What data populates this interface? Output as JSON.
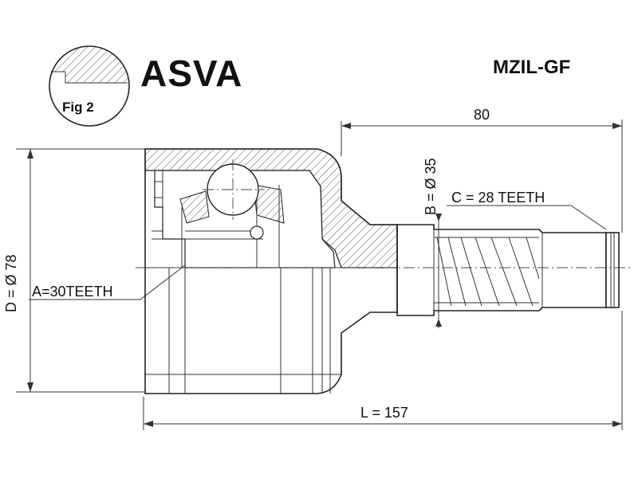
{
  "brand": "ASVA",
  "part_code": "MZIL-GF",
  "figure_label": "Fig 2",
  "dimensions": {
    "shaft_length": "80",
    "total_length": "L = 157",
    "outer_diameter": "D = Ø 78",
    "shaft_diameter": "B = Ø 35",
    "inner_teeth": "A=30TEETH",
    "outer_teeth": "C = 28 TEETH"
  }
}
